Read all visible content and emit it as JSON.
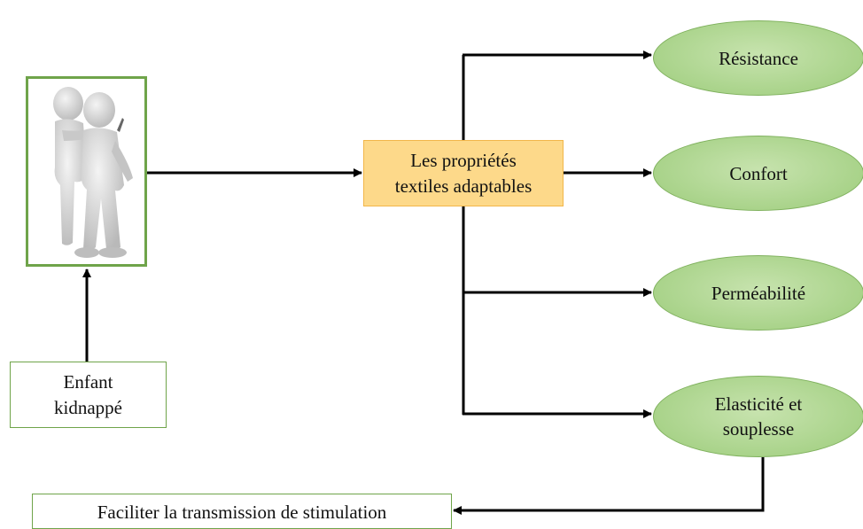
{
  "center": {
    "label": "Les propriétés\ntextiles adaptables"
  },
  "child": {
    "label": "Enfant\nkidnappé"
  },
  "outcome": {
    "label": "Faciliter la transmission de stimulation"
  },
  "properties": [
    {
      "label": "Résistance"
    },
    {
      "label": "Confort"
    },
    {
      "label": "Perméabilité"
    },
    {
      "label": "Elasticité et\nsouplesse"
    }
  ],
  "colors": {
    "ellipse_fill": "#a9d38a",
    "center_fill": "#fdd98a",
    "border_green": "#6fa44a",
    "arrow": "#000000"
  },
  "icons": {
    "figure": "two-person-figure-icon"
  }
}
